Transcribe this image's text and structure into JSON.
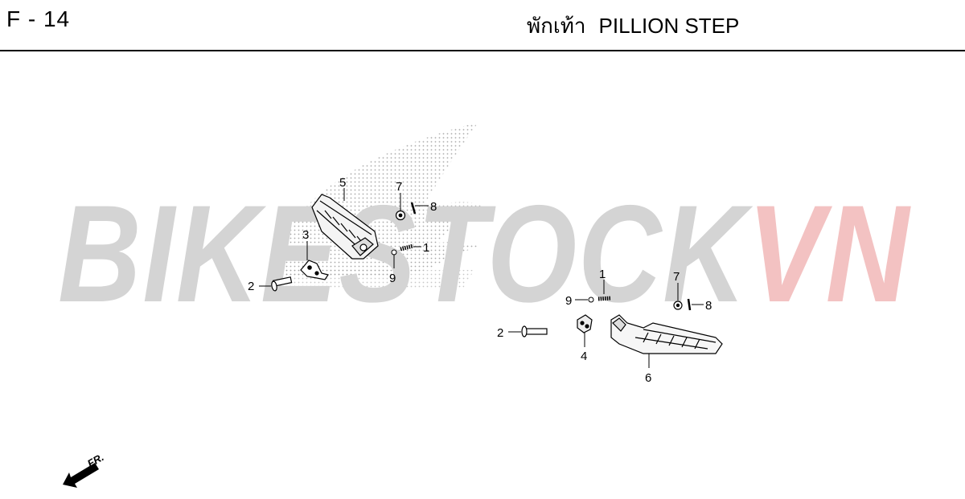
{
  "header": {
    "page_code": "F - 14",
    "title_thai": "พักเท้า",
    "title_english": "PILLION STEP"
  },
  "watermark": {
    "text_gray": "BIKESTOCK",
    "text_red": "VN",
    "gray_color": "#d4d4d4",
    "red_color": "#f3c2c2"
  },
  "direction_marker": {
    "label": "FR."
  },
  "callouts": {
    "left_step_5": "5",
    "left_washer_7": "7",
    "left_pin_8": "8",
    "left_bracket_3": "3",
    "left_spring_1": "1",
    "left_ball_9": "9",
    "left_bolt_2": "2",
    "right_spring_1": "1",
    "right_ball_9": "9",
    "right_washer_7": "7",
    "right_pin_8": "8",
    "right_bolt_2": "2",
    "right_bracket_4": "4",
    "right_step_6": "6"
  },
  "colors": {
    "line": "#000000",
    "part_fill": "#ffffff",
    "part_shade": "#bdbdbd"
  }
}
